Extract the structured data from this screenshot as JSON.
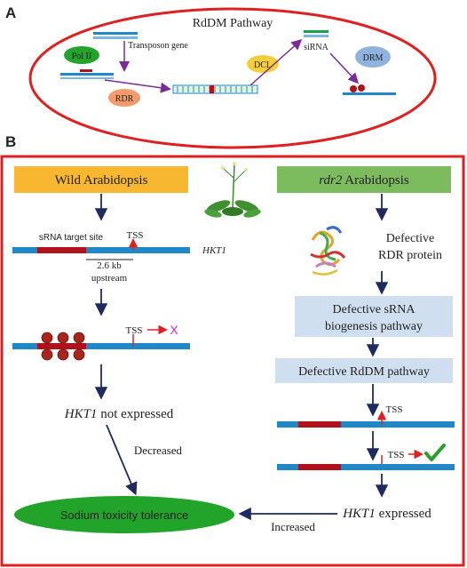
{
  "panel_a": {
    "label": "A",
    "title": "RdDM Pathway",
    "transposon": "Transposon gene",
    "pol2": "Pol II",
    "rdr": "RDR",
    "dcl": "DCL",
    "sirna": "siRNA",
    "drm": "DRM"
  },
  "panel_b": {
    "label": "B",
    "wild": "Wild Arabidopsis",
    "rdr2_italic": "rdr2",
    "rdr2_rest": " Arabidopsis",
    "target_site": "sRNA target site",
    "tss": "TSS",
    "hkt1": "HKT1",
    "dist": "2.6 kb",
    "upstream": "upstream",
    "cross": "X",
    "not_expressed_italic": "HKT1",
    "not_expressed_rest": " not expressed",
    "decreased": "Decreased",
    "sodium": "Sodium toxicity tolerance",
    "increased": "Increased",
    "expressed_italic": "HKT1",
    "expressed_rest": " expressed",
    "defective_rdr_line1": "Defective",
    "defective_rdr_line2": "RDR protein",
    "srna_line1": "Defective sRNA",
    "srna_line2": "biogenesis pathway",
    "rddm": "Defective RdDM pathway"
  },
  "colors": {
    "frame_red": "#e02020",
    "wild_box": "#f7b731",
    "rdr2_box": "#7dbb5f",
    "pale_blue": "#cfdff0",
    "gene_blue": "#1e88c8",
    "target_red": "#b0121b",
    "arrow_navy": "#1d2b60",
    "oval_green": "#22a32a"
  }
}
